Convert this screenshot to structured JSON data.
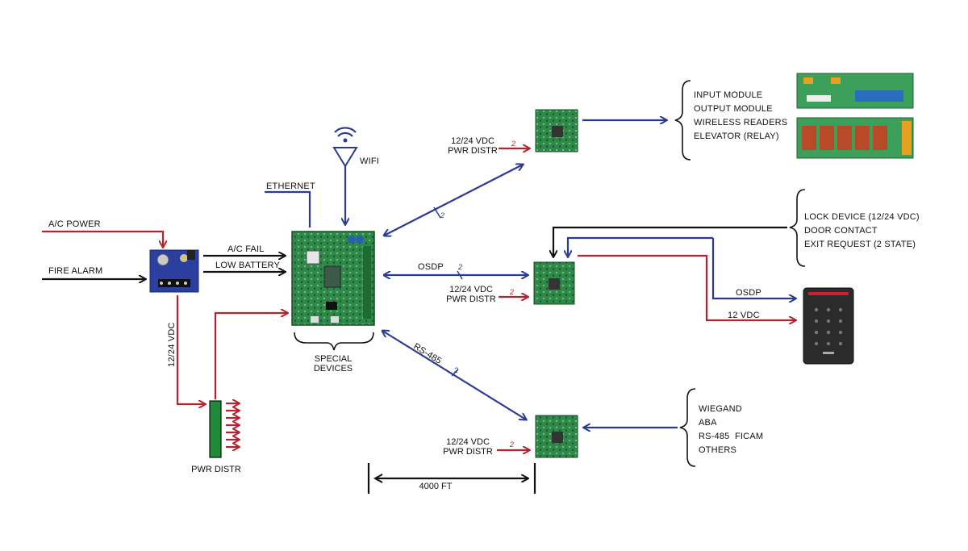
{
  "colors": {
    "power": "#b8212f",
    "signal": "#111111",
    "data": "#2b3a92",
    "board": "#1f7a3c"
  },
  "labels": {
    "ac_power": "A/C POWER",
    "fire_alarm": "FIRE ALARM",
    "ac_fail": "A/C FAIL",
    "low_battery": "LOW BATTERY",
    "ethernet": "ETHERNET",
    "wifi": "WIFI",
    "vdc_vertical": "12/24 VDC",
    "pwr_distr": "PWR DISTR",
    "special_devices": [
      "SPECIAL",
      "DEVICES"
    ],
    "osdp": "OSDP",
    "rs485": "RS-485",
    "distance": "4000 FT",
    "two": "2",
    "vdc12": "12 VDC"
  },
  "modules": {
    "top": {
      "pwr": [
        "12/24 VDC",
        "PWR DISTR"
      ]
    },
    "middle": {
      "pwr": [
        "12/24 VDC",
        "PWR DISTR"
      ]
    },
    "bottom": {
      "pwr": [
        "12/24 VDC",
        "PWR DISTR"
      ]
    }
  },
  "lists": {
    "expansion": [
      "INPUT MODULE",
      "OUTPUT MODULE",
      "WIRELESS READERS",
      "ELEVATOR (RELAY)"
    ],
    "door": [
      "LOCK DEVICE (12/24 VDC)",
      "DOOR CONTACT",
      "EXIT REQUEST (2 STATE)"
    ],
    "reader_types": [
      "WIEGAND",
      "ABA",
      "RS-485  FICAM",
      "OTHERS"
    ]
  },
  "icons": [
    "wifi-icon",
    "antenna-icon",
    "card-reader-icon"
  ]
}
